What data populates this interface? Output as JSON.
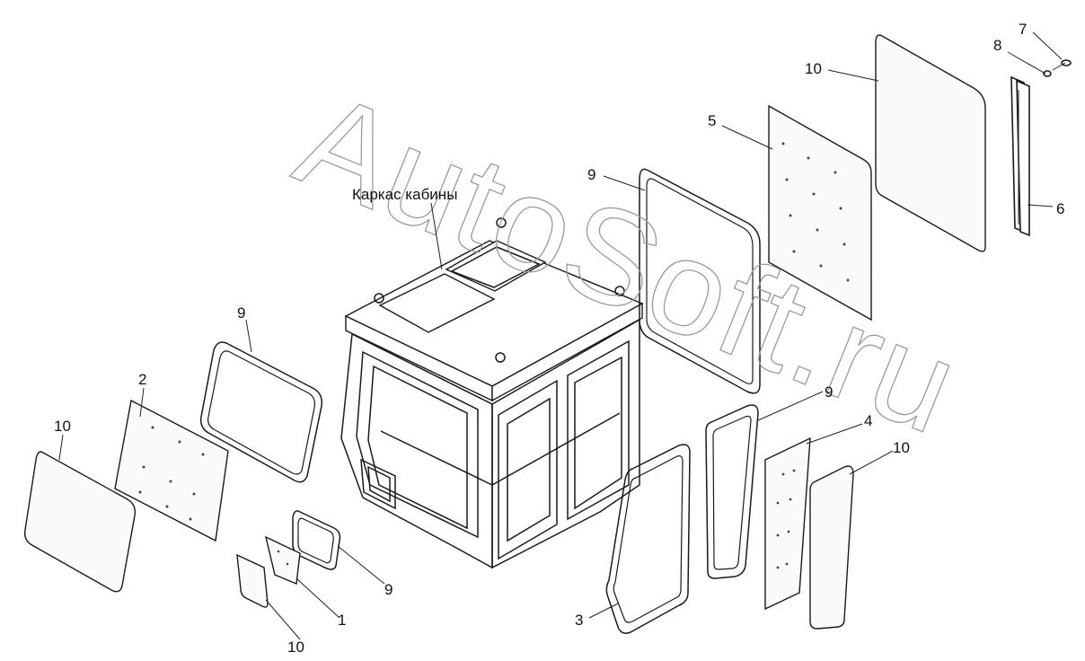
{
  "watermark": "AutoSoft.ru",
  "assembly_label": "Каркас кабины",
  "callouts": [
    {
      "id": "c10-tr",
      "text": "10"
    },
    {
      "id": "c7",
      "text": "7"
    },
    {
      "id": "c8",
      "text": "8"
    },
    {
      "id": "c5",
      "text": "5"
    },
    {
      "id": "c9-top",
      "text": "9"
    },
    {
      "id": "c6",
      "text": "6"
    },
    {
      "id": "c9-left",
      "text": "9"
    },
    {
      "id": "c2",
      "text": "2"
    },
    {
      "id": "c10-left",
      "text": "10"
    },
    {
      "id": "c9-right",
      "text": "9"
    },
    {
      "id": "c4",
      "text": "4"
    },
    {
      "id": "c10-right",
      "text": "10"
    },
    {
      "id": "c9-small",
      "text": "9"
    },
    {
      "id": "c1",
      "text": "1"
    },
    {
      "id": "c10-bottom",
      "text": "10"
    },
    {
      "id": "c3",
      "text": "3"
    }
  ]
}
